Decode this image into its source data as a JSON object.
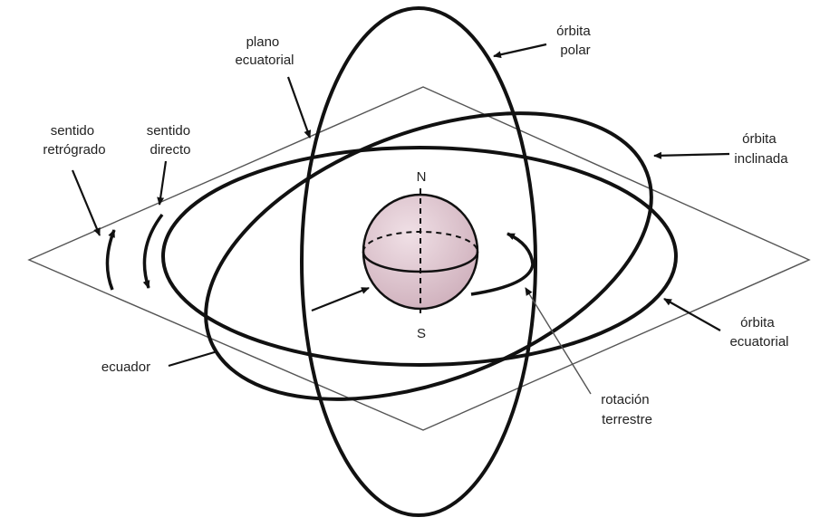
{
  "labels": {
    "plano_ecuatorial": [
      "plano",
      "ecuatorial"
    ],
    "orbita_polar": [
      "órbita",
      "polar"
    ],
    "sentido_retrogrado": [
      "sentido",
      "retrógrado"
    ],
    "sentido_directo": [
      "sentido",
      "directo"
    ],
    "orbita_inclinada": [
      "órbita",
      "inclinada"
    ],
    "ecuador": "ecuador",
    "orbita_ecuatorial": [
      "órbita",
      "ecuatorial"
    ],
    "rotacion_terrestre": [
      "rotación",
      "terrestre"
    ],
    "north": "N",
    "south": "S"
  },
  "colors": {
    "ink": "#111111",
    "earth_fill": "#e2c9d2",
    "plane_stroke": "#555555",
    "background": "#ffffff"
  }
}
